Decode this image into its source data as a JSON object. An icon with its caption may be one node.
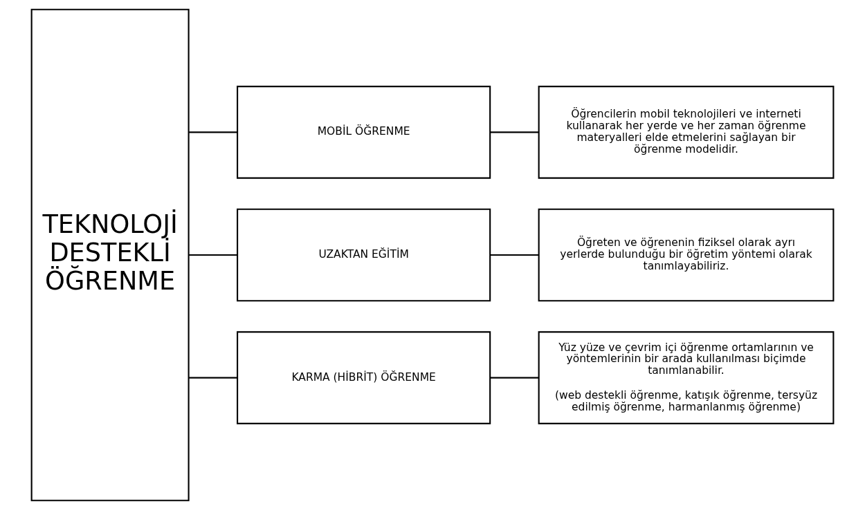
{
  "diagram": {
    "nodes": [
      {
        "text": [
          "TEKNOLOJİ DESTEKLİ ÖĞRENME"
        ]
      },
      {
        "text": [
          "MOBİL ÖĞRENME"
        ]
      },
      {
        "text": [
          "UZAKTAN EĞİTİM"
        ]
      },
      {
        "text": [
          "KARMA (HİBRİT) ÖĞRENME"
        ]
      },
      {
        "text": [
          "Öğrencilerin mobil teknolojileri ve interneti kullanarak her yerde ve her zaman öğrenme materyalleri elde etmelerini sağlayan bir öğrenme modelidir."
        ]
      },
      {
        "text": [
          "Öğreten ve öğrenenin fiziksel olarak ayrı yerlerde bulunduğu bir öğretim yöntemi olarak tanımlayabiliriz."
        ]
      },
      {
        "text": [
          "Yüz yüze ve çevrim içi öğrenme ortamlarının ve yöntemlerinin bir arada kullanılması biçimde tanımlanabilir.",
          "(web destekli öğrenme, katışık öğrenme, tersyüz edilmiş öğrenme, harmanlanmış öğrenme)"
        ]
      }
    ],
    "edges": [
      {
        "from": 0,
        "to": 1,
        "arrow": "none"
      },
      {
        "from": 0,
        "to": 2,
        "arrow": "none"
      },
      {
        "from": 0,
        "to": 3,
        "arrow": "none"
      },
      {
        "from": 1,
        "to": 4,
        "arrow": "none"
      },
      {
        "from": 2,
        "to": 5,
        "arrow": "none"
      },
      {
        "from": 3,
        "to": 6,
        "arrow": "none"
      }
    ]
  }
}
